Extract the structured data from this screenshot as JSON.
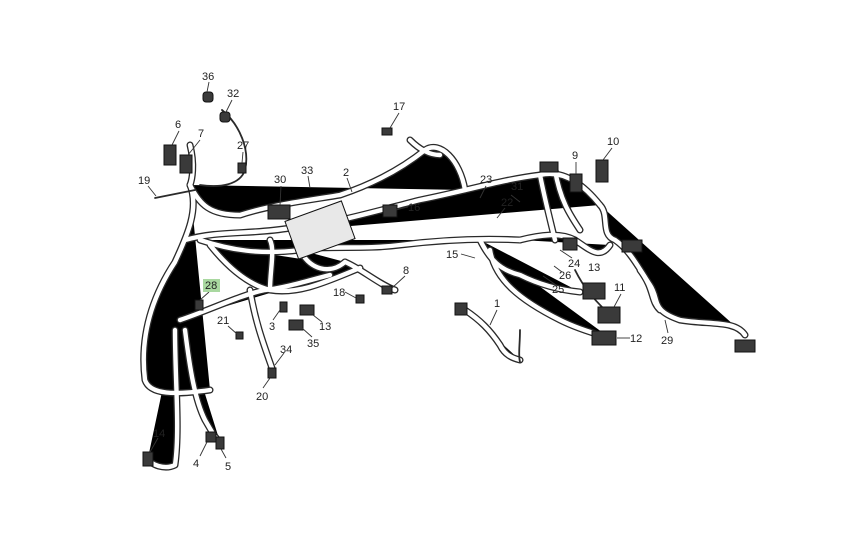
{
  "diagram": {
    "title": "Wiring harness parts diagram",
    "highlight_color": "#a9d8a0",
    "callouts": {
      "c1": "1",
      "c2": "2",
      "c3": "3",
      "c4": "4",
      "c5": "5",
      "c6": "6",
      "c7": "7",
      "c8": "8",
      "c9": "9",
      "c10": "10",
      "c11": "11",
      "c12": "12",
      "c13a": "13",
      "c13b": "13",
      "c14": "14",
      "c15": "15",
      "c16": "16",
      "c17": "17",
      "c18": "18",
      "c19": "19",
      "c20": "20",
      "c21": "21",
      "c22": "22",
      "c23": "23",
      "c24": "24",
      "c25": "25",
      "c26": "26",
      "c27": "27",
      "c28": "28",
      "c29": "29",
      "c30": "30",
      "c31": "31",
      "c32": "32",
      "c33": "33",
      "c34": "34",
      "c35": "35",
      "c36": "36"
    },
    "highlighted_callout": "28"
  }
}
